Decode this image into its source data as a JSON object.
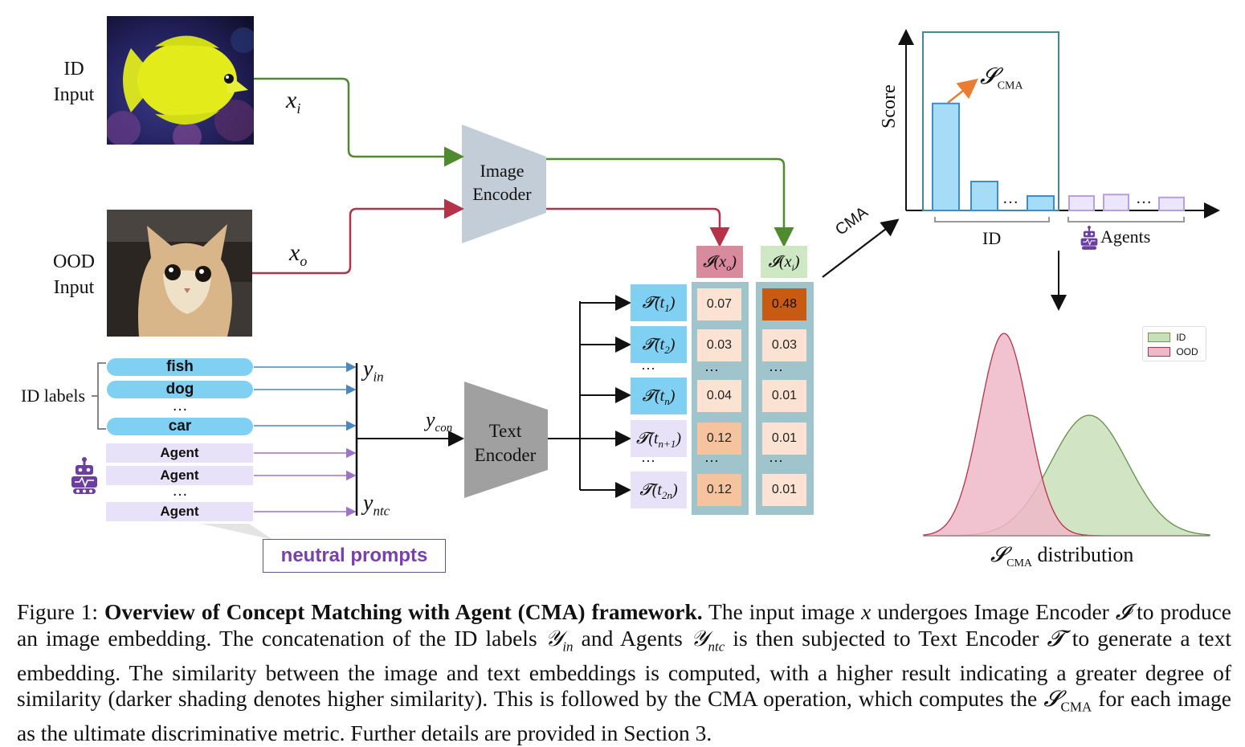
{
  "figure": {
    "inputs": {
      "id_label": [
        "ID",
        "Input"
      ],
      "ood_label": [
        "OOD",
        "Input"
      ],
      "xi": "x",
      "xi_sub": "i",
      "xo": "x",
      "xo_sub": "o"
    },
    "encoders": {
      "image": [
        "Image",
        "Encoder"
      ],
      "text": [
        "Text",
        "Encoder"
      ]
    },
    "labels_block": {
      "group_label": "ID labels",
      "id_labels": [
        "fish",
        "dog",
        "car"
      ],
      "agents": [
        "Agent",
        "Agent",
        "Agent"
      ],
      "ellipsis": "…",
      "neutral_prompts": "neutral prompts",
      "y_in": "y",
      "y_in_sub": "in",
      "y_ntc": "y",
      "y_ntc_sub": "ntc",
      "y_con": "y",
      "y_con_sub": "con"
    },
    "similarity": {
      "col_headers": [
        "𝓘(x",
        "𝓘(x"
      ],
      "col_subs": [
        "o",
        "i"
      ],
      "rows": [
        {
          "t": "𝓣(t",
          "sub": "1",
          "close": ")",
          "o": "0.07",
          "i": "0.48"
        },
        {
          "t": "𝓣(t",
          "sub": "2",
          "close": ")",
          "o": "0.03",
          "i": "0.03"
        },
        {
          "t": "𝓣(t",
          "sub": "n",
          "close": ")",
          "o": "0.04",
          "i": "0.01"
        },
        {
          "t": "𝓣(t",
          "sub": "n+1",
          "close": ")",
          "o": "0.12",
          "i": "0.01"
        },
        {
          "t": "𝓣(t",
          "sub": "2n",
          "close": ")",
          "o": "0.12",
          "i": "0.01"
        }
      ],
      "ellipsis": "···"
    },
    "score_chart": {
      "cma_label": "CMA",
      "ylabel": "Score",
      "s_label": "𝓢",
      "s_sub": "CMA",
      "id_group": "ID",
      "agents_group": "Agents",
      "ellipsis": "…",
      "id_values": [
        0.74,
        0.2,
        0.1
      ],
      "agent_values": [
        0.1,
        0.11,
        0.09
      ]
    },
    "distribution": {
      "legend": [
        "ID",
        "OOD"
      ],
      "xlabel_s": "𝓢",
      "xlabel_sub": "CMA",
      "xlabel_rest": " distribution",
      "colors": {
        "id": "#c9dfb8",
        "ood": "#eeb9c8"
      }
    }
  },
  "caption": {
    "prefix": "Figure 1: ",
    "bold": "Overview of Concept Matching with Agent (CMA) framework.",
    "line1_a": " The input image ",
    "x": "x",
    "line1_b": " undergoes Image Encoder ",
    "I": "𝓘",
    "line1_c": " to produce an image embedding. The concatenation of the ID labels ",
    "Y": "𝒴",
    "Y_in_sub": "in",
    "line2_a": " and Agents ",
    "Y_ntc_sub": "ntc",
    "line2_b": " is then subjected to Text Encoder ",
    "T": "𝓣",
    "line2_c": " to generate a text embedding. The similarity between the image and text embeddings is computed, with a higher result indicating a greater degree of similarity (darker shading denotes higher similarity). This is followed by the CMA operation, which computes the ",
    "S": "𝓢",
    "S_sub": "CMA",
    "line3": " for each image as the ultimate discriminative metric. Further details are provided in Section 3."
  }
}
